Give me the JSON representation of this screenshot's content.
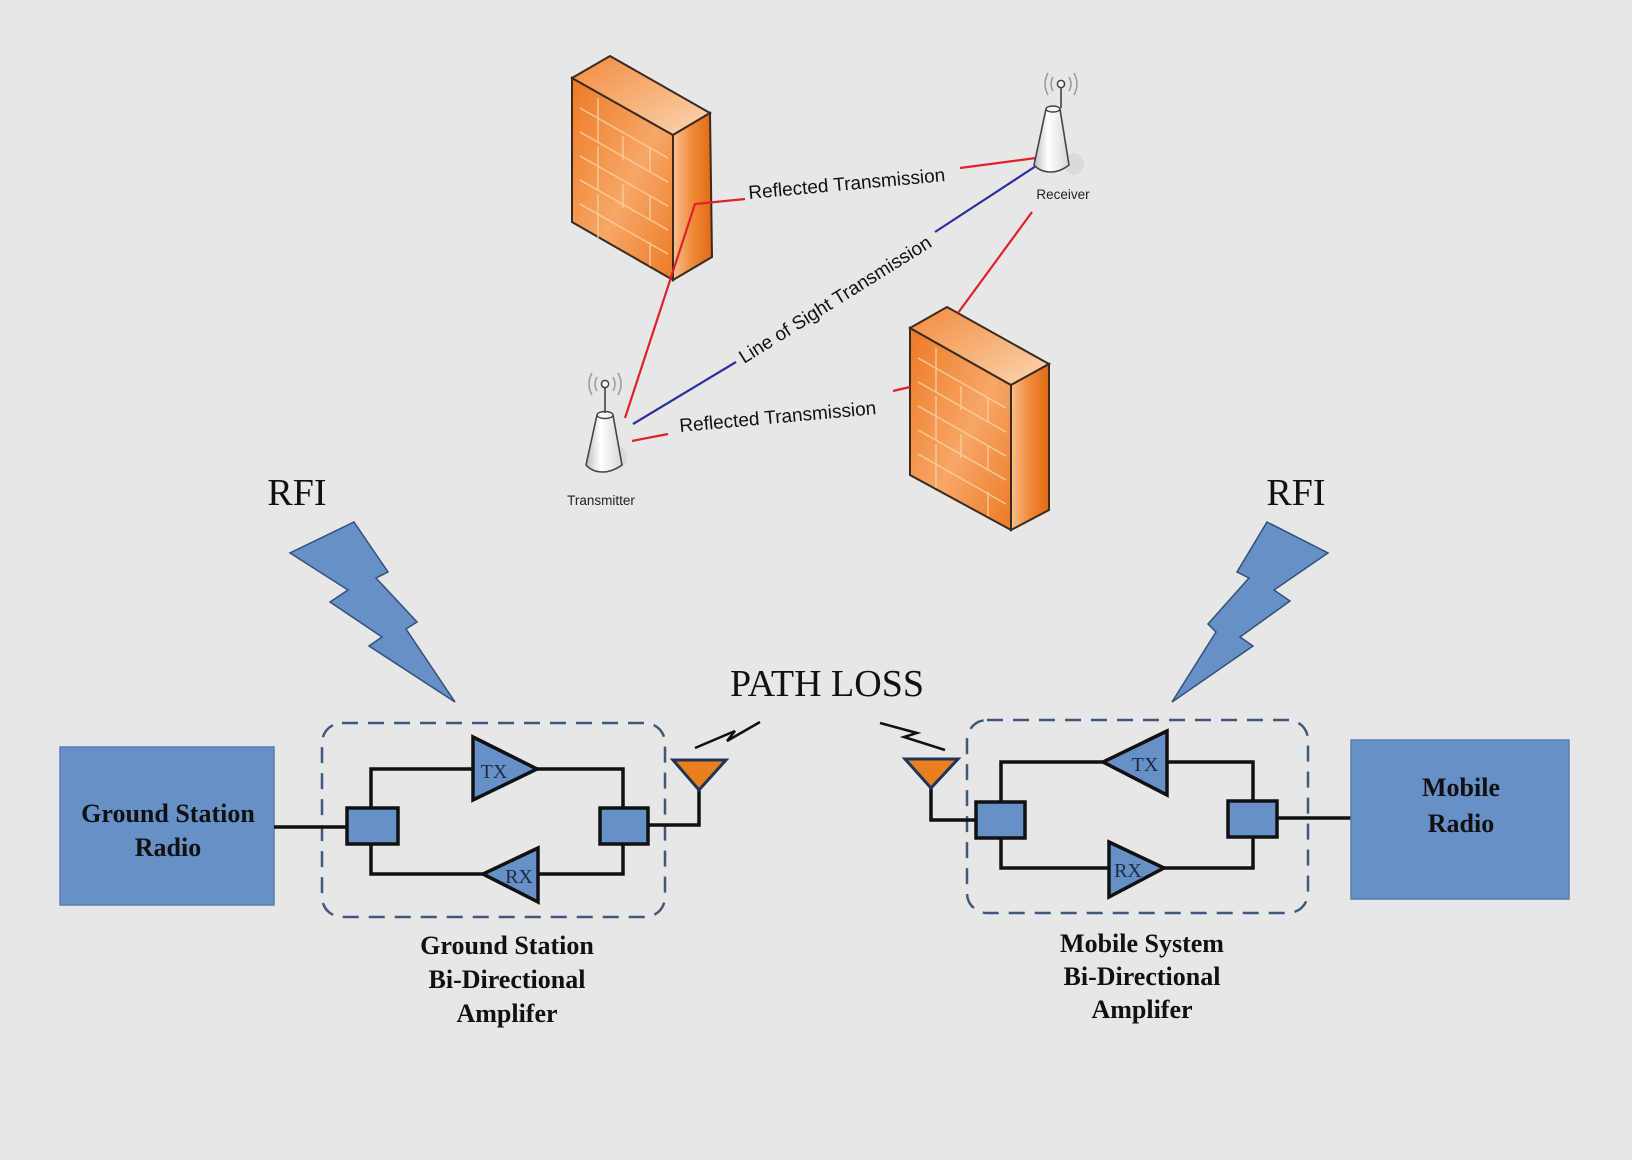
{
  "top_diagram": {
    "transmitter_label": "Transmitter",
    "receiver_label": "Receiver",
    "reflected_label_upper": "Reflected Transmission",
    "line_of_sight_label": "Line of Sight Transmission",
    "reflected_label_lower": "Reflected Transmission",
    "colors": {
      "reflected_line": "#e0202a",
      "line_of_sight": "#2b2f9a",
      "wall_front": "#ee8330",
      "wall_side": "#e46f18"
    }
  },
  "bottom_diagram": {
    "path_loss_label": "PATH LOSS",
    "rfi_left_label": "RFI",
    "rfi_right_label": "RFI",
    "ground_radio": {
      "line1": "Ground Station",
      "line2": "Radio"
    },
    "mobile_radio": {
      "line1": "Mobile",
      "line2": "Radio"
    },
    "ground_amp": {
      "tx_label": "TX",
      "rx_label": "RX",
      "caption_line1": "Ground Station",
      "caption_line2": "Bi-Directional",
      "caption_line3": "Amplifer"
    },
    "mobile_amp": {
      "tx_label": "TX",
      "rx_label": "RX",
      "caption_line1": "Mobile System",
      "caption_line2": "Bi-Directional",
      "caption_line3": "Amplifer"
    },
    "colors": {
      "block_fill": "#6690c6",
      "antenna_fill": "#e8801e",
      "dashed_border": "#40587a"
    }
  }
}
